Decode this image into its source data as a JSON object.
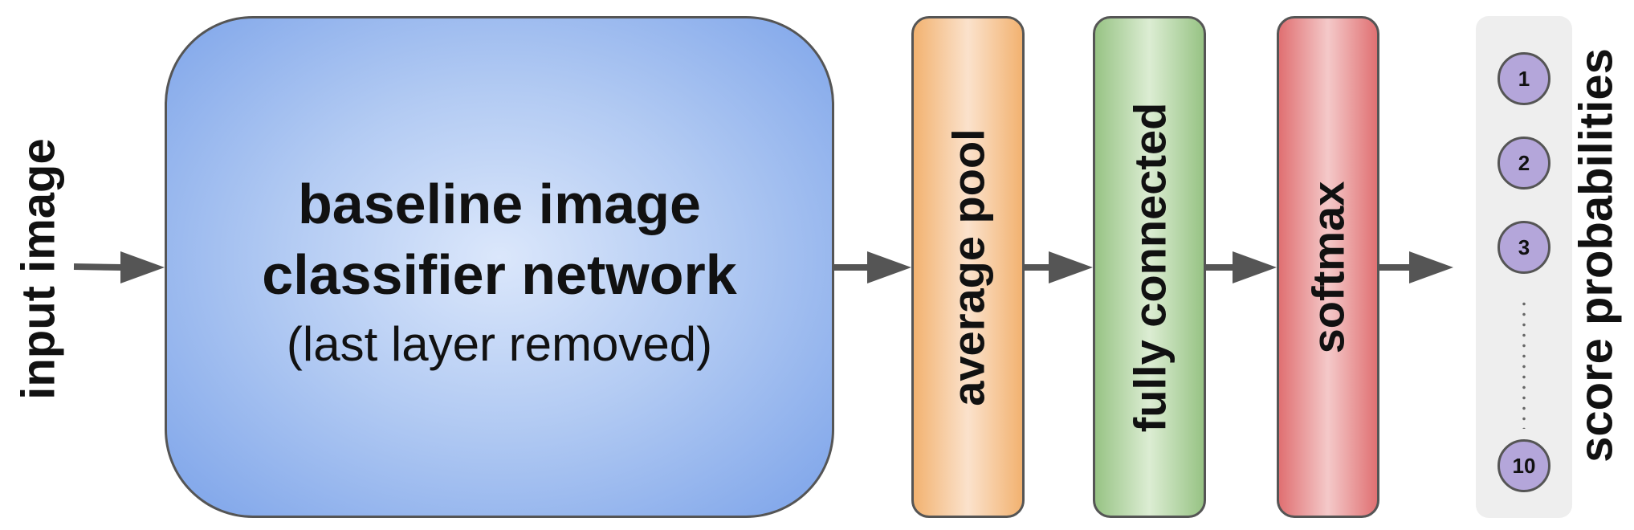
{
  "input": {
    "label": "input image"
  },
  "classifier": {
    "title_line1": "baseline image",
    "title_line2": "classifier network",
    "subtitle": "(last layer removed)"
  },
  "layers": [
    {
      "label": "average pool",
      "color": "#F2B270"
    },
    {
      "label": "fully connected",
      "color": "#97C384"
    },
    {
      "label": "softmax",
      "color": "#E07072"
    }
  ],
  "scores": {
    "items": [
      "1",
      "2",
      "3",
      "10"
    ],
    "label": "score probabilities",
    "circle_color": "#B4A6DA"
  },
  "colors": {
    "classifier_fill": "#7CA3E9",
    "arrow": "#555555",
    "panel": "#EEEEEE"
  }
}
